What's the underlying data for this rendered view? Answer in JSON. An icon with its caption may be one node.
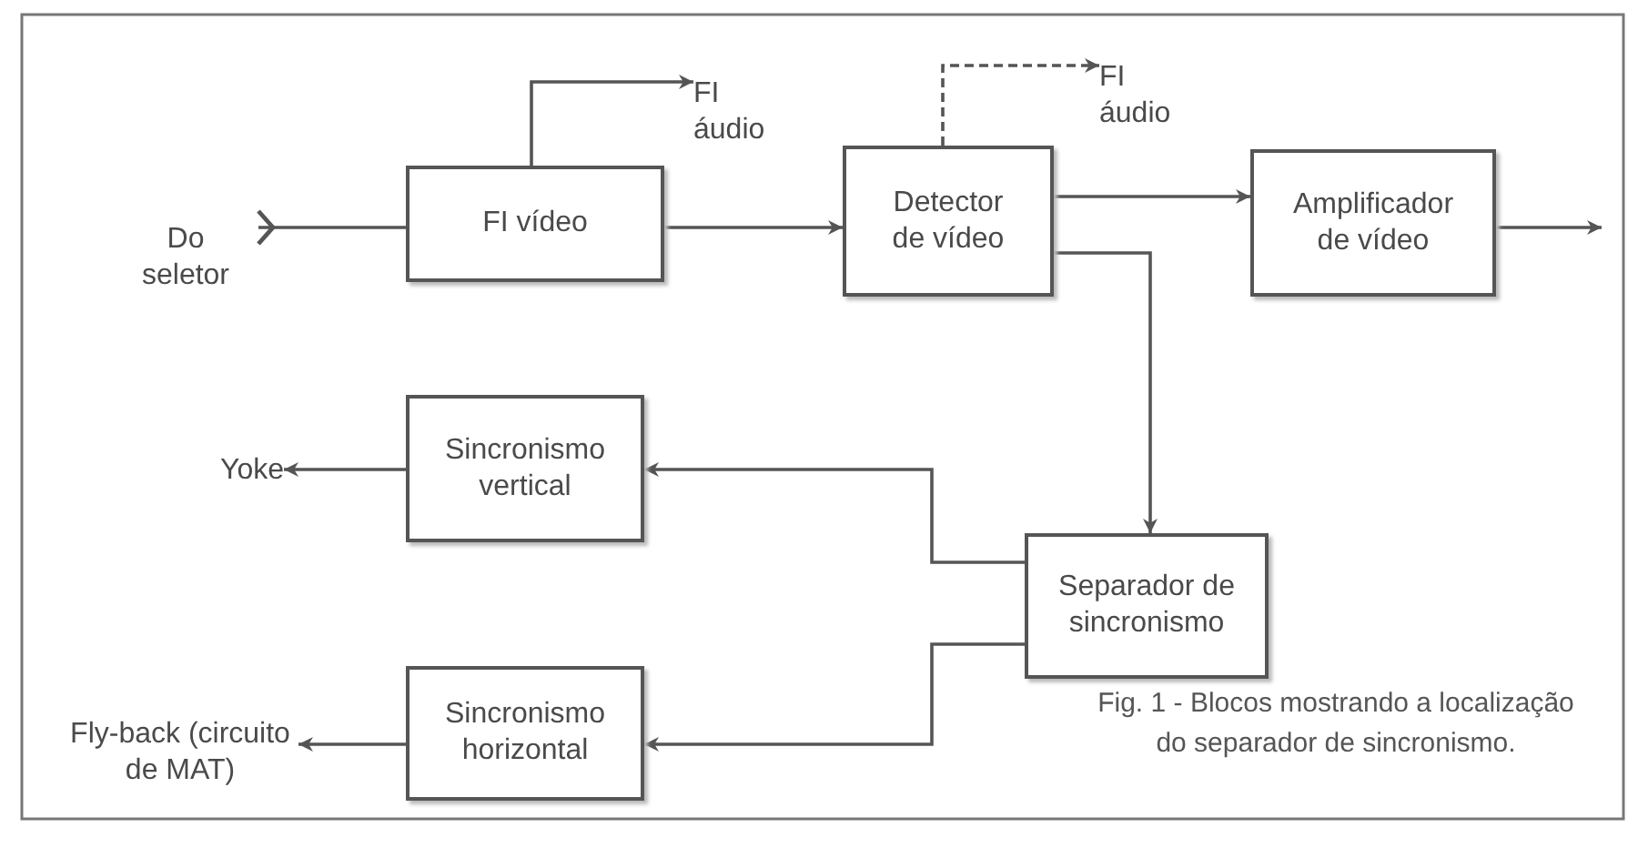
{
  "diagram": {
    "caption": "Fig. 1 - Blocos mostrando a localização do separador de sincronismo.",
    "nodes": [
      {
        "text": [
          "Do seletor"
        ]
      },
      {
        "text": [
          "FI vídeo"
        ]
      },
      {
        "text": [
          "FI áudio"
        ]
      },
      {
        "text": [
          "Detector de vídeo"
        ]
      },
      {
        "text": [
          "FI áudio"
        ]
      },
      {
        "text": [
          "Amplificador de vídeo"
        ]
      },
      {
        "text": [
          "Separador de sincronismo"
        ]
      },
      {
        "text": [
          "Sincronismo vertical"
        ]
      },
      {
        "text": [
          "Yoke"
        ]
      },
      {
        "text": [
          "Sincronismo horizontal"
        ]
      },
      {
        "text": [
          "Fly-back (circuito de MAT)"
        ]
      }
    ],
    "edges": [
      {
        "from": 0,
        "to": 1,
        "arrow": "other"
      },
      {
        "from": 1,
        "to": 2,
        "arrow": "to"
      },
      {
        "from": 1,
        "to": 3,
        "arrow": "to"
      },
      {
        "from": 3,
        "to": 4,
        "arrow": "to",
        "style": "dashed"
      },
      {
        "from": 3,
        "to": 5,
        "arrow": "to"
      },
      {
        "from": 5,
        "to": null,
        "arrow": "to"
      },
      {
        "from": 3,
        "to": 6,
        "arrow": "to"
      },
      {
        "from": 6,
        "to": 7,
        "arrow": "to"
      },
      {
        "from": 7,
        "to": 8,
        "arrow": "to"
      },
      {
        "from": 6,
        "to": 9,
        "arrow": "to"
      },
      {
        "from": 9,
        "to": 10,
        "arrow": "to"
      }
    ]
  }
}
